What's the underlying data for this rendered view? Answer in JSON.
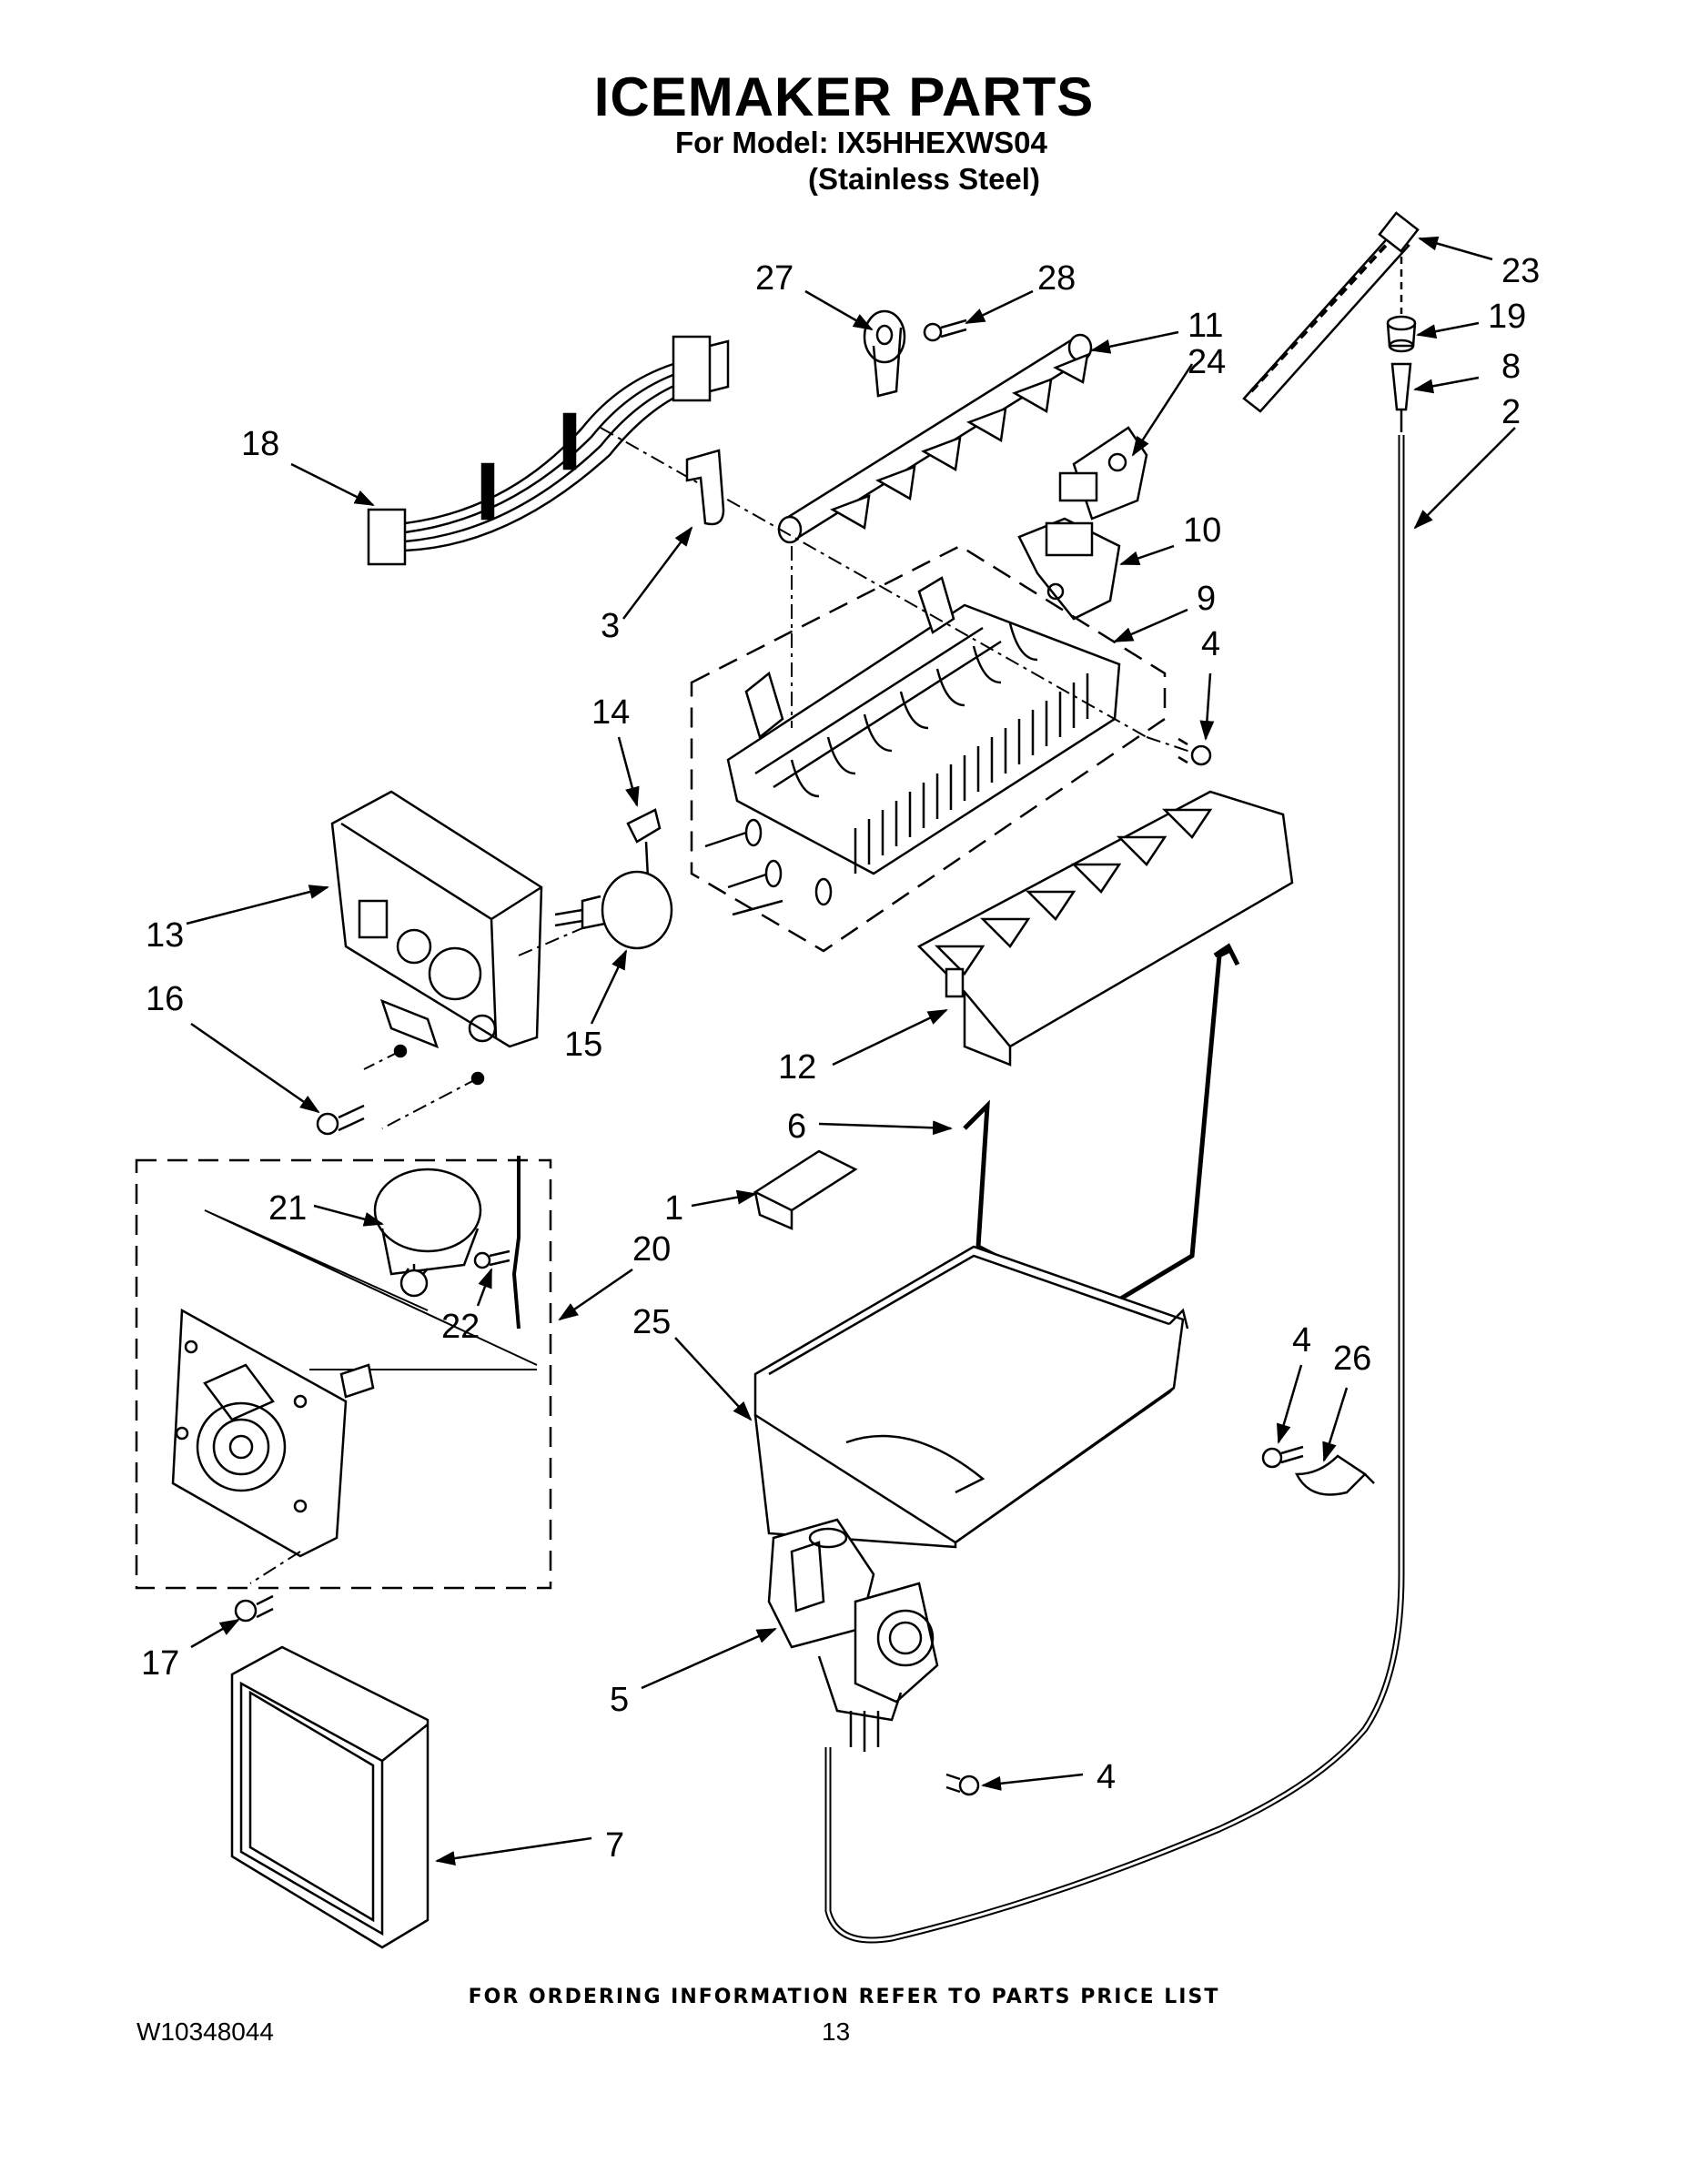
{
  "header": {
    "title": "ICEMAKER PARTS",
    "model_line": "For Model: IX5HHEXWS04",
    "variant_line": "(Stainless Steel)"
  },
  "callouts": [
    {
      "id": "c27",
      "text": "27"
    },
    {
      "id": "c28",
      "text": "28"
    },
    {
      "id": "c23",
      "text": "23"
    },
    {
      "id": "c19",
      "text": "19"
    },
    {
      "id": "c11",
      "text": "11"
    },
    {
      "id": "c24",
      "text": "24"
    },
    {
      "id": "c8",
      "text": "8"
    },
    {
      "id": "c2",
      "text": "2"
    },
    {
      "id": "c18",
      "text": "18"
    },
    {
      "id": "c10",
      "text": "10"
    },
    {
      "id": "c9",
      "text": "9"
    },
    {
      "id": "c3",
      "text": "3"
    },
    {
      "id": "c4a",
      "text": "4"
    },
    {
      "id": "c14",
      "text": "14"
    },
    {
      "id": "c13",
      "text": "13"
    },
    {
      "id": "c16",
      "text": "16"
    },
    {
      "id": "c15",
      "text": "15"
    },
    {
      "id": "c12",
      "text": "12"
    },
    {
      "id": "c6",
      "text": "6"
    },
    {
      "id": "c1",
      "text": "1"
    },
    {
      "id": "c21",
      "text": "21"
    },
    {
      "id": "c20",
      "text": "20"
    },
    {
      "id": "c22",
      "text": "22"
    },
    {
      "id": "c25",
      "text": "25"
    },
    {
      "id": "c4b",
      "text": "4"
    },
    {
      "id": "c26",
      "text": "26"
    },
    {
      "id": "c17",
      "text": "17"
    },
    {
      "id": "c5",
      "text": "5"
    },
    {
      "id": "c4c",
      "text": "4"
    },
    {
      "id": "c7",
      "text": "7"
    }
  ],
  "footer": {
    "ordering_note": "FOR ORDERING INFORMATION REFER TO PARTS PRICE LIST",
    "document_id": "W10348044",
    "page_number": "13"
  }
}
